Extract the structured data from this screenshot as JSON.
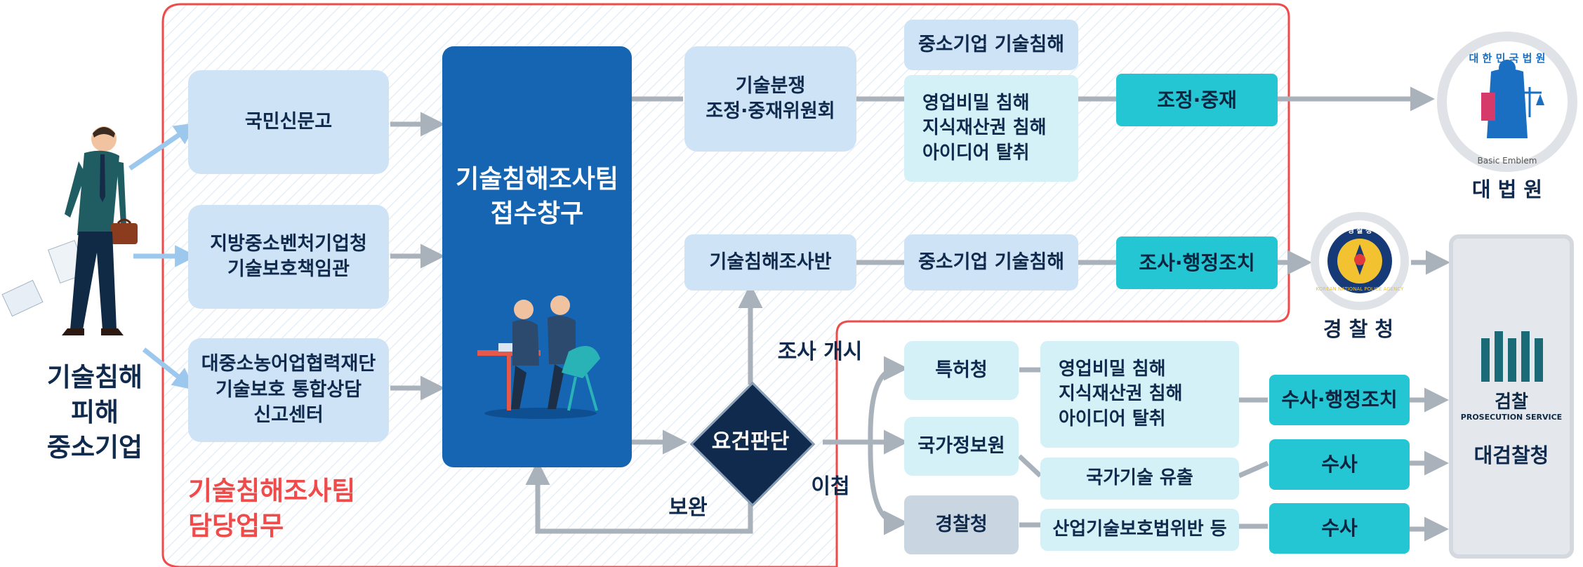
{
  "victim": {
    "label": "기술침해\n피해\n중소기업"
  },
  "team": {
    "title": "기술침해조사팀\n접수창구",
    "duty_label": "기술침해조사팀\n담당업무"
  },
  "channels": [
    {
      "label": "국민신문고"
    },
    {
      "label": "지방중소벤처기업청\n기술보호책임관"
    },
    {
      "label": "대중소농어업협력재단\n기술보호 통합상담\n신고센터"
    }
  ],
  "top_branch": {
    "committee": "기술분쟁\n조정·중재위원회",
    "header": "중소기업 기술침해",
    "scope": "영업비밀 침해\n지식재산권 침해\n아이디어 탈취",
    "action": "조정·중재"
  },
  "mid_branch": {
    "unit": "기술침해조사반",
    "scope": "중소기업 기술침해",
    "action": "조사·행정조치"
  },
  "decision": {
    "label": "요건판단",
    "start_label": "조사 개시",
    "transfer_label": "이첩",
    "supplement_label": "보완"
  },
  "transfers": [
    {
      "agency": "특허청",
      "scope": "영업비밀 침해\n지식재산권 침해\n아이디어 탈취",
      "action": "수사·행정조치"
    },
    {
      "agency": "국가정보원",
      "scope": "국가기술 유출",
      "action": "수사"
    },
    {
      "agency": "경찰청",
      "scope": "산업기술보호법위반 등",
      "action": "수사"
    }
  ],
  "destinations": {
    "court": {
      "label": "대 법 원",
      "emblem_text": "대 한 민 국 법 원",
      "emblem_caption": "Basic Emblem"
    },
    "police": {
      "label": "경 찰 청",
      "emblem_text": "KOREAN NATIONAL POLICE AGENCY",
      "emblem_top": "경 찰 청"
    },
    "prosecution": {
      "label": "대검찰청",
      "logo_text": "검찰",
      "logo_sub": "PROSECUTION SERVICE"
    }
  },
  "colors": {
    "team_blue": "#1565b3",
    "navy": "#0f2a4d",
    "light_blue": "#cfe3f6",
    "cyan": "#24c6d3",
    "red_border": "#ef4b4b",
    "arrow_gray": "#a9b2bb"
  }
}
